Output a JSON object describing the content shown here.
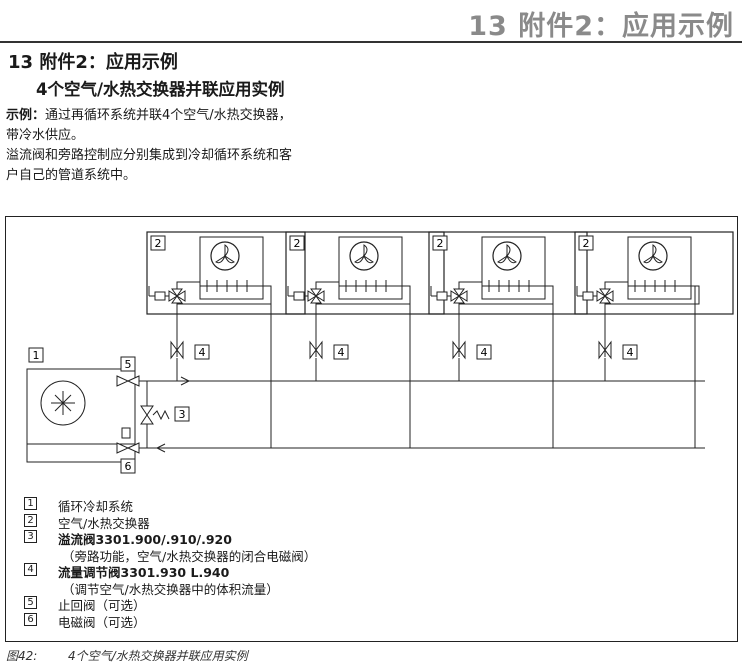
{
  "header": {
    "chapter_title": "13 附件2：应用示例"
  },
  "section": {
    "title": "13  附件2：应用示例",
    "subtitle": "4个空气/水热交换器并联应用实例"
  },
  "description": {
    "label": "示例：",
    "line1": "通过再循环系统并联4个空气/水热交换器，",
    "line2": "带冷水供应。",
    "line3": "溢流阀和旁路控制应分别集成到冷却循环系统和客",
    "line4": "户自己的管道系统中。"
  },
  "diagram": {
    "labels": {
      "recooler": "1",
      "exchanger": "2",
      "overflow_valve": "3",
      "flow_valve": "4",
      "check_valve": "5",
      "solenoid_valve": "6"
    }
  },
  "legend": [
    {
      "num": "1",
      "text": "循环冷却系统",
      "bold": false
    },
    {
      "num": "2",
      "text": "空气/水热交换器",
      "bold": false
    },
    {
      "num": "3",
      "text": "溢流阀3301.900/.910/.920",
      "bold": true,
      "note": "（旁路功能，空气/水热交换器的闭合电磁阀）"
    },
    {
      "num": "4",
      "text": "流量调节阀3301.930 L.940",
      "bold": true,
      "note": "（调节空气/水热交换器中的体积流量）"
    },
    {
      "num": "5",
      "text": "止回阀（可选）",
      "bold": false
    },
    {
      "num": "6",
      "text": "电磁阀（可选）",
      "bold": false
    }
  ],
  "caption": {
    "label": "图42:",
    "text": "4个空气/水热交换器并联应用实例"
  }
}
